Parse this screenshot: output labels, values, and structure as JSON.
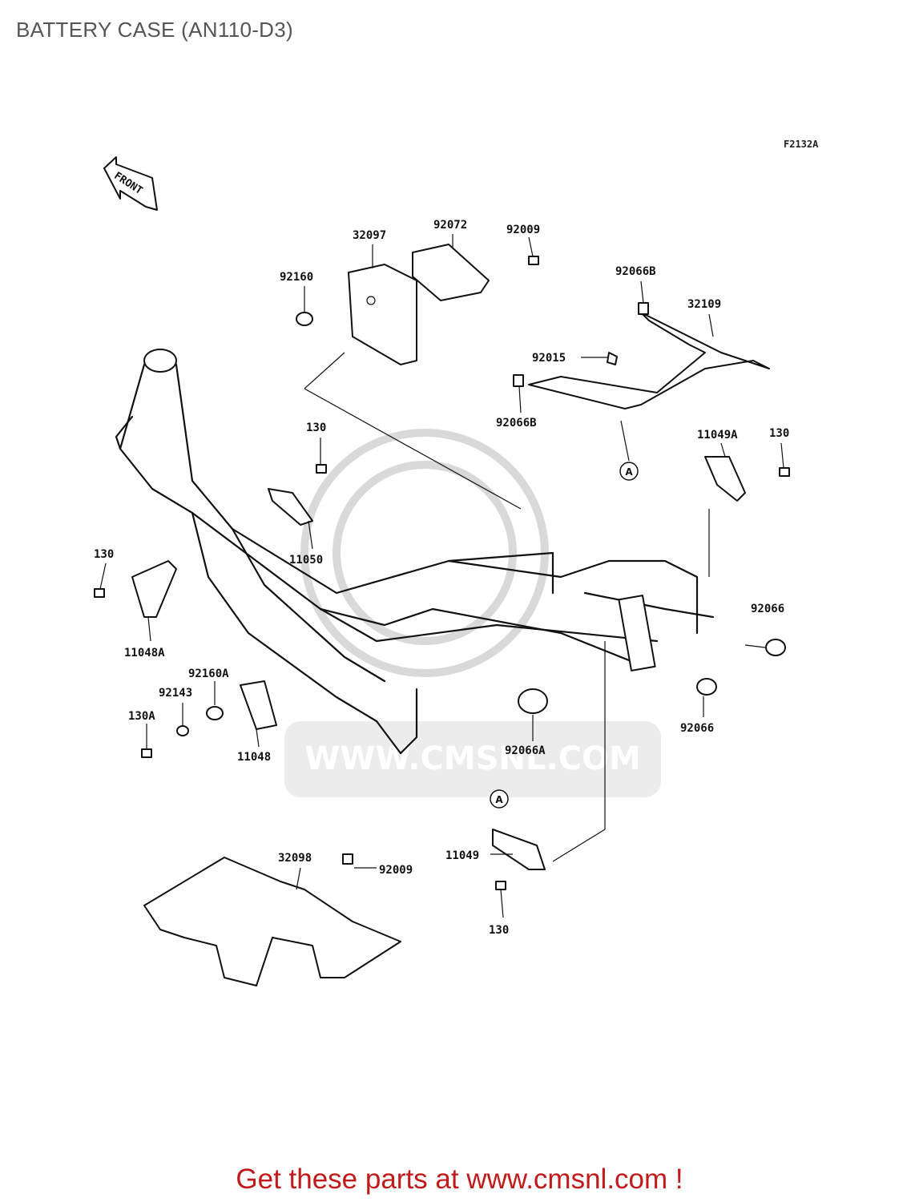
{
  "title": "BATTERY CASE (AN110-D3)",
  "figure_code": "F2132A",
  "front_label": "FRONT",
  "watermark": "WWW.CMSNL.COM",
  "footer": "Get these parts at www.cmsnl.com !",
  "callout_marker": "A",
  "part_labels": [
    "32097",
    "92072",
    "92009",
    "92160",
    "92066B",
    "32109",
    "92015",
    "92066B",
    "11049A",
    "130",
    "130",
    "11050",
    "130",
    "11048A",
    "92066",
    "92160A",
    "92143",
    "130A",
    "11048",
    "92066",
    "92066A",
    "32098",
    "92009",
    "11049",
    "130"
  ]
}
